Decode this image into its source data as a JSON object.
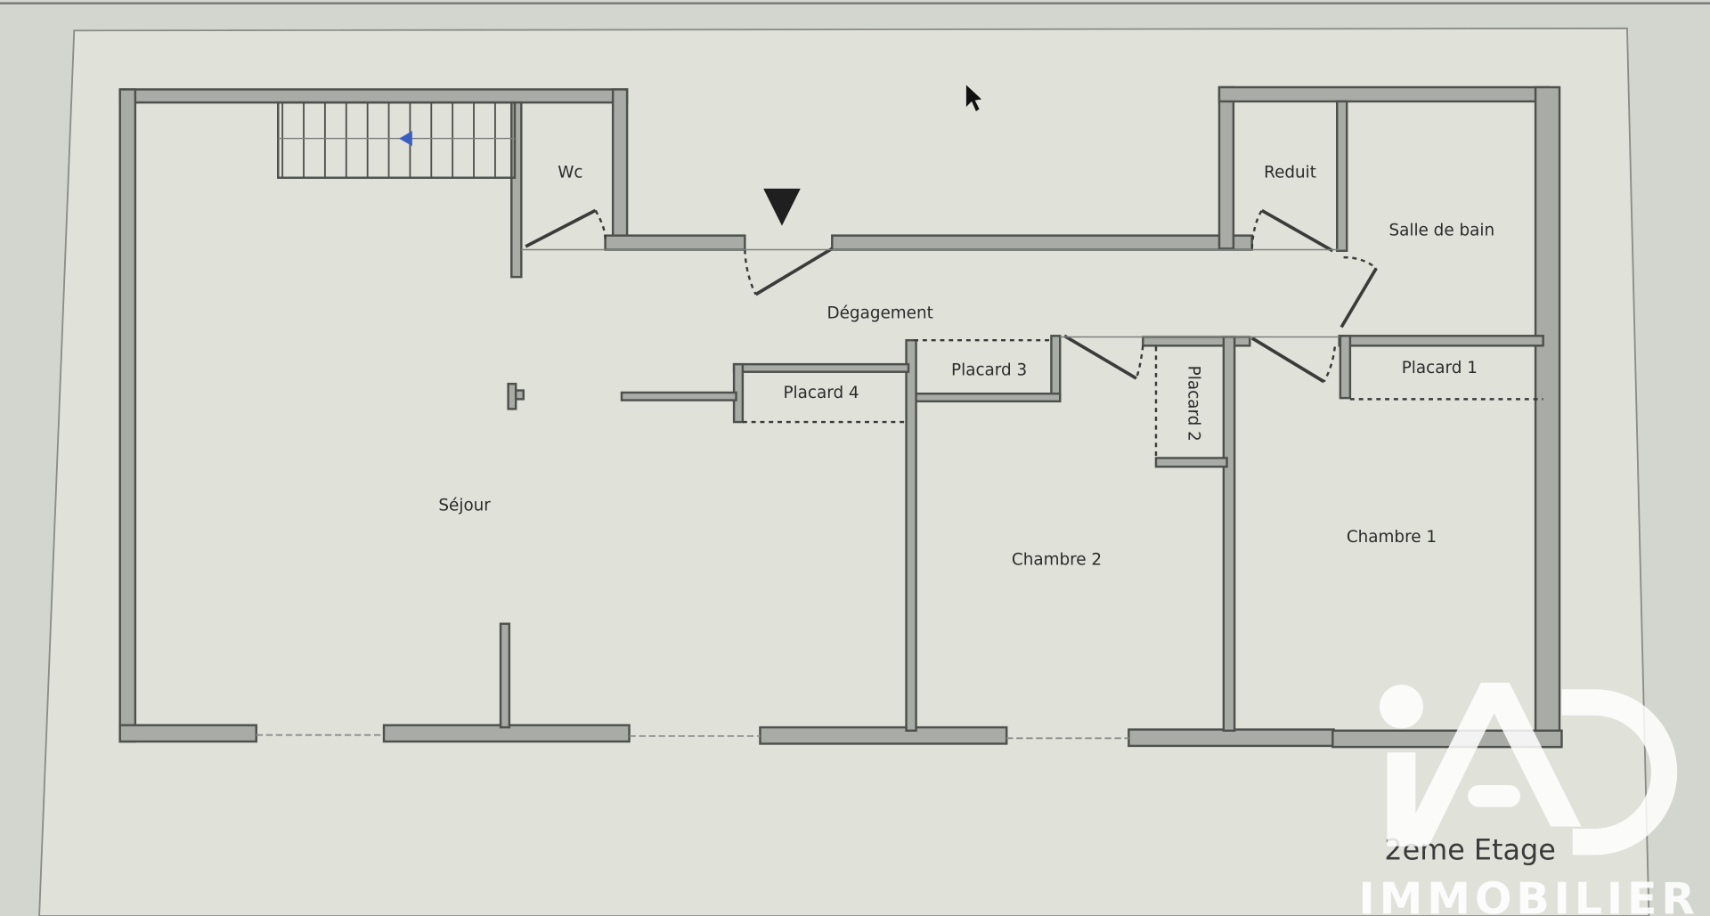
{
  "plan": {
    "floor_label": "2eme Etage",
    "rooms": {
      "wc": "Wc",
      "reduit": "Reduit",
      "salle_de_bain": "Salle de bain",
      "degagement": "Dégagement",
      "placard1": "Placard 1",
      "placard2": "Placard 2",
      "placard3": "Placard 3",
      "placard4": "Placard 4",
      "sejour": "Séjour",
      "chambre1": "Chambre 1",
      "chambre2": "Chambre 2"
    }
  },
  "watermark": {
    "brand": "iAD",
    "tagline": "IMMOBILIER"
  },
  "colors": {
    "wall": "#a9aba6",
    "background": "#dfe1d9",
    "stair_arrow": "#3b5fc0"
  }
}
